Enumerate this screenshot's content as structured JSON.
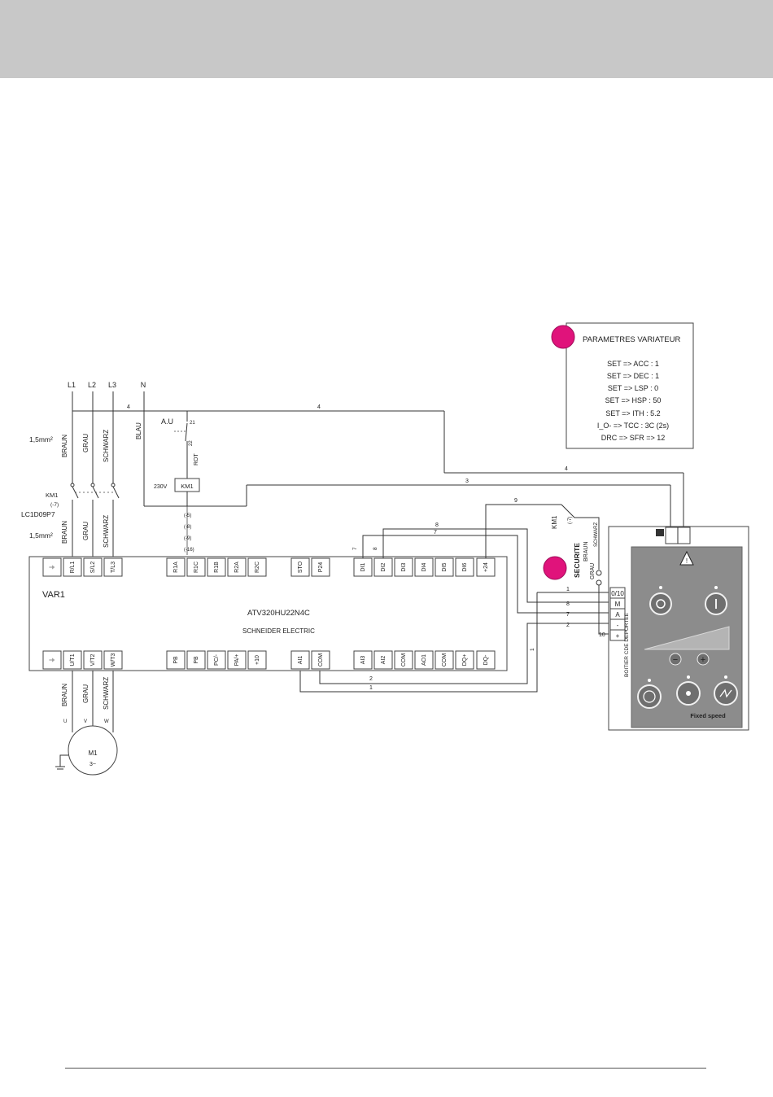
{
  "colors": {
    "header": "#c8c8c8",
    "marker": "#e0137b",
    "panel": "#8c8c8c",
    "panel_dark": "#6f6f6f"
  },
  "params": {
    "title": "PARAMETRES VARIATEUR",
    "lines": [
      "SET => ACC : 1",
      "SET => DEC : 1",
      "SET => LSP : 0",
      "SET => HSP : 50",
      "SET => ITH : 5.2",
      "I_O- => TCC : 3C (2s)",
      "DRC => SFR => 12"
    ]
  },
  "supply": {
    "phases": [
      "L1",
      "L2",
      "L3",
      "N"
    ],
    "phase_wires": [
      "BRAUN",
      "GRAU",
      "SCHWARZ"
    ],
    "neutral_wire": "BLAU",
    "section_top": "1,5mm²",
    "section_bottom": "1,5mm²",
    "contactor_label": "KM1",
    "contactor_ref": "(-7)",
    "contactor_model": "LC1D09P7"
  },
  "control": {
    "au_label": "A.U",
    "au_contacts": [
      "21",
      "22"
    ],
    "rot": "ROT",
    "coil_voltage": "230V",
    "coil_label": "KM1",
    "refs": [
      "(-5)",
      "(-8)",
      "(-9)",
      "(-16)"
    ],
    "wire_numbers": [
      "4",
      "4",
      "3",
      "9",
      "8",
      "7",
      "7",
      "8",
      "1",
      "8",
      "7",
      "2",
      "10",
      "2",
      "1",
      "1",
      "4"
    ]
  },
  "drive": {
    "name": "VAR1",
    "model": "ATV320HU22N4C",
    "maker": "SCHNEIDER ELECTRIC",
    "top_terminals": [
      "⏚",
      "R/L1",
      "S/L2",
      "T/L3",
      "R1A",
      "R1C",
      "R1B",
      "R2A",
      "R2C",
      "STO",
      "P24",
      "DI1",
      "DI2",
      "DI3",
      "DI4",
      "DI5",
      "DI6",
      "+24"
    ],
    "bottom_terminals": [
      "⏚",
      "U/T1",
      "V/T2",
      "W/T3",
      "PB",
      "PB",
      "PC/-",
      "PA/+",
      "+10",
      "AI1",
      "COM",
      "AI3",
      "AI2",
      "COM",
      "AO1",
      "COM",
      "DQ+",
      "DQ-"
    ]
  },
  "motor": {
    "label": "M1",
    "type": "3~",
    "wires": [
      "BRAUN",
      "GRAU",
      "SCHWARZ"
    ],
    "phases": [
      "U",
      "V",
      "W"
    ]
  },
  "safety": {
    "label": "SECURITE",
    "km_label": "KM1",
    "km_ref": "(-7)",
    "wires": [
      "BRAUN",
      "SCHWARZ",
      "GRAU"
    ]
  },
  "panel": {
    "terminals": [
      "0/10",
      "M",
      "A",
      "-",
      "+"
    ],
    "side_text": "BOITIER CDE DEPORTEE",
    "fixed_speed": "Fixed speed",
    "minus": "−",
    "plus": "+"
  }
}
